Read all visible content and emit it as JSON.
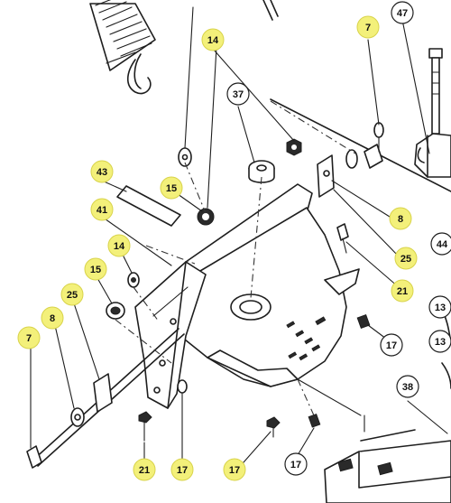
{
  "callouts": [
    {
      "text": "14",
      "highlight": true
    },
    {
      "text": "37",
      "highlight": false
    },
    {
      "text": "7",
      "highlight": true
    },
    {
      "text": "47",
      "highlight": false
    },
    {
      "text": "43",
      "highlight": true
    },
    {
      "text": "15",
      "highlight": true
    },
    {
      "text": "41",
      "highlight": true
    },
    {
      "text": "8",
      "highlight": true
    },
    {
      "text": "25",
      "highlight": true
    },
    {
      "text": "44",
      "highlight": false
    },
    {
      "text": "14",
      "highlight": true
    },
    {
      "text": "21",
      "highlight": true
    },
    {
      "text": "15",
      "highlight": true
    },
    {
      "text": "25",
      "highlight": true
    },
    {
      "text": "13",
      "highlight": false
    },
    {
      "text": "8",
      "highlight": true
    },
    {
      "text": "7",
      "highlight": true
    },
    {
      "text": "17",
      "highlight": false
    },
    {
      "text": "13",
      "highlight": false
    },
    {
      "text": "38",
      "highlight": false
    },
    {
      "text": "21",
      "highlight": true
    },
    {
      "text": "17",
      "highlight": true
    },
    {
      "text": "17",
      "highlight": true
    },
    {
      "text": "17",
      "highlight": false
    }
  ],
  "colors": {
    "highlight": "#f3f07a",
    "plain": "#ffffff",
    "stroke": "#1e1e1e"
  }
}
